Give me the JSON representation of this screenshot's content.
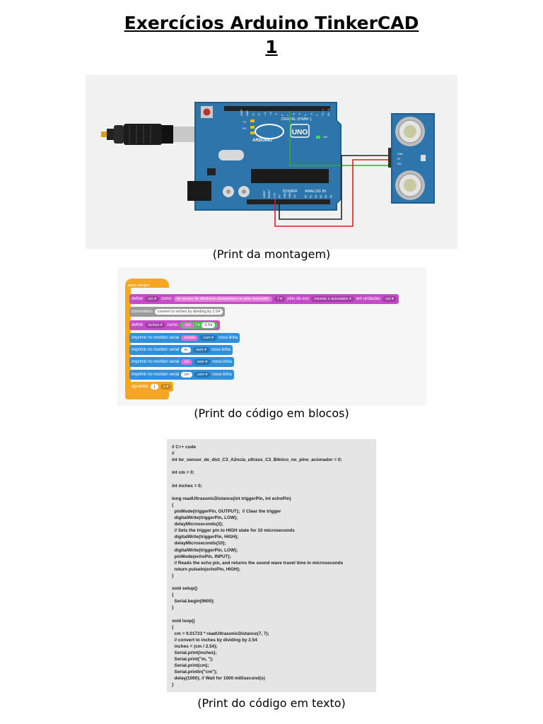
{
  "title_line1": "Exercícios Arduino TinkerCAD",
  "title_line2": "1",
  "captions": {
    "circuit": "(Print da montagem)",
    "blocks": "(Print do código em blocos)",
    "code": "(Print do código em texto)"
  },
  "board": {
    "digital": "DIGITAL (PWM~)",
    "brand": "ARDUINO",
    "model": "UNO",
    "power": "POWER",
    "analog": "ANALOG IN",
    "on": "ON",
    "tx": "TX",
    "rx": "RX",
    "pins_digital": [
      "AREF",
      "GND",
      "13",
      "12",
      "~11",
      "~10",
      "~9",
      "8",
      "7",
      "~6",
      "~5",
      "4",
      "~3",
      "2",
      "TX→1",
      "RX←0"
    ],
    "pins_power": [
      "IOREF",
      "RESET",
      "3.3V",
      "5V",
      "GND",
      "GND",
      "Vin"
    ],
    "pins_analog": [
      "A0",
      "A1",
      "A2",
      "A3",
      "A4",
      "A5"
    ]
  },
  "sensor": {
    "pins": [
      "GND",
      "5V",
      "SIG"
    ]
  },
  "blocks": {
    "forever": "para sempre",
    "b1": {
      "a": "definir",
      "b": "cm ▾",
      "c": "como",
      "d": "ler sensor de distância ultrassônico no pino acionador",
      "e": "7 ▾",
      "f": "pino de eco",
      "g": "mesmo o acionador ▾",
      "h": "em unidades",
      "i": "cm ▾"
    },
    "b2": {
      "a": "comentário",
      "b": "convert to inches by dividing by 2.54"
    },
    "b3": {
      "a": "definir",
      "b": "inches ▾",
      "c": "como",
      "d": "cm",
      "e": "/ ▾",
      "f": "2.54"
    },
    "b4": {
      "a": "imprimir no monitor serial",
      "b": "inches",
      "c": "com ▾",
      "d": "nova linha"
    },
    "b5": {
      "a": "imprimir no monitor serial",
      "b": "in,",
      "c": "sem ▾",
      "d": "nova linha"
    },
    "b6": {
      "a": "imprimir no monitor serial",
      "b": "cm",
      "c": "sem ▾",
      "d": "nova linha"
    },
    "b7": {
      "a": "imprimir no monitor serial",
      "b": "cm",
      "c": "com ▾",
      "d": "nova linha"
    },
    "b8": {
      "a": "aguardar",
      "b": "1",
      "c": "s ▾"
    }
  },
  "code": "// C++ code\n//\nint ler_sensor_de_dist_C3_A2ncia_ultrass_C3_B4nico_no_pino_acionador = 0;\n\nint cm = 0;\n\nint inches = 0;\n\nlong readUltrasonicDistance(int triggerPin, int echoPin)\n{\n  pinMode(triggerPin, OUTPUT);  // Clear the trigger\n  digitalWrite(triggerPin, LOW);\n  delayMicroseconds(2);\n  // Sets the trigger pin to HIGH state for 10 microseconds\n  digitalWrite(triggerPin, HIGH);\n  delayMicroseconds(10);\n  digitalWrite(triggerPin, LOW);\n  pinMode(echoPin, INPUT);\n  // Reads the echo pin, and returns the sound wave travel time in microseconds\n  return pulseIn(echoPin, HIGH);\n}\n\nvoid setup()\n{\n  Serial.begin(9600);\n}\n\nvoid loop()\n{\n  cm = 0.01723 * readUltrasonicDistance(7, 7);\n  // convert to inches by dividing by 2.54\n  inches = (cm / 2.54);\n  Serial.print(inches);\n  Serial.print(\"in, \");\n  Serial.print(cm);\n  Serial.println(\"cm\");\n  delay(1000); // Wait for 1000 millisecond(s)\n}"
}
